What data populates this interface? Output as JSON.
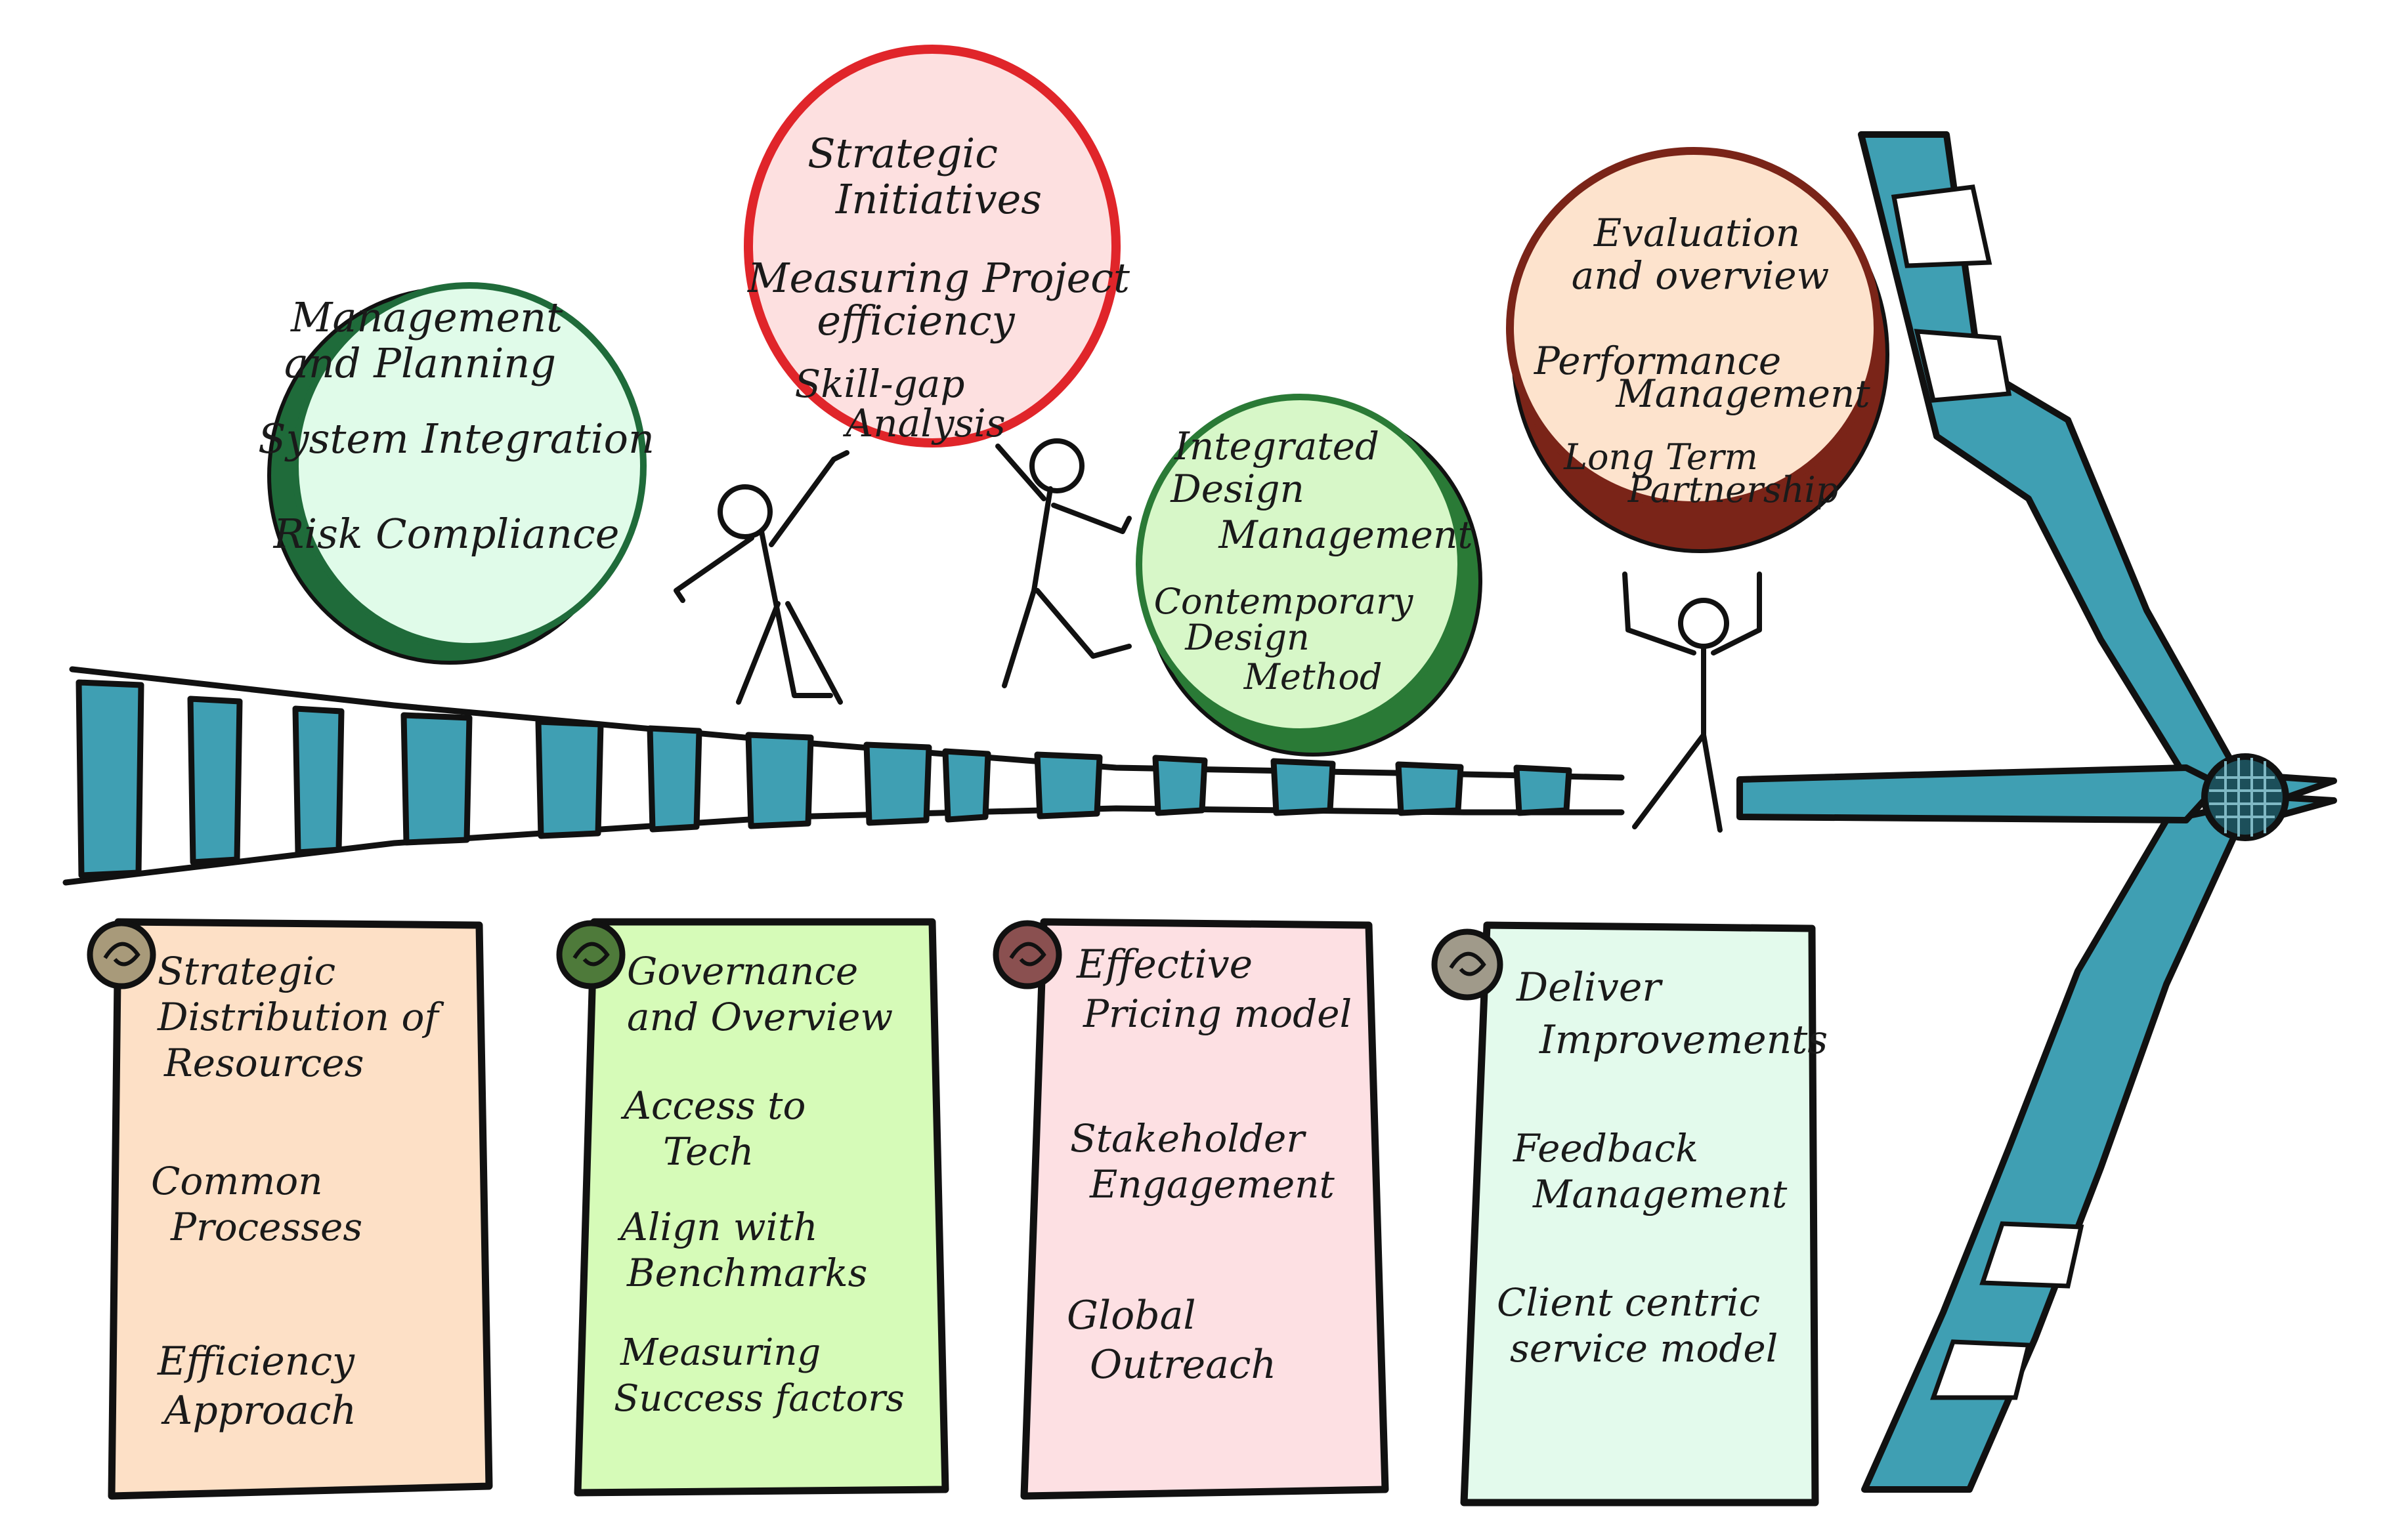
{
  "bubbles": [
    {
      "lines": [
        "Management",
        "and Planning",
        "System Integration",
        "Risk Compliance"
      ],
      "fill": "#e0fbe9",
      "stroke": "#1f6b3a"
    },
    {
      "lines": [
        "Strategic",
        "Initiatives",
        "Measuring Project",
        "efficiency",
        "Skill-gap",
        "Analysis"
      ],
      "fill": "#fde0e0",
      "stroke": "#e0252a"
    },
    {
      "lines": [
        "Integrated",
        "Design",
        "Management",
        "Contemporary",
        "Design",
        "Method"
      ],
      "fill": "#d7f7c8",
      "stroke": "#2a7a36"
    },
    {
      "lines": [
        "Evaluation",
        "and overview",
        "Performance",
        "Management",
        "Long Term",
        "Partnership"
      ],
      "fill": "#fde3cd",
      "stroke": "#7a2418"
    }
  ],
  "scrolls": [
    {
      "lines": [
        "Strategic",
        "Distribution of",
        "Resources",
        "Common",
        "Processes",
        "Efficiency",
        "Approach"
      ],
      "fill": "#fde0c6",
      "curl": "#a89a7a"
    },
    {
      "lines": [
        "Governance",
        "and Overview",
        "Access to",
        "Tech",
        "Align with",
        "Benchmarks",
        "Measuring",
        "Success factors"
      ],
      "fill": "#d6fbb8",
      "curl": "#4e7a3a"
    },
    {
      "lines": [
        "Effective",
        "Pricing model",
        "Stakeholder",
        "Engagement",
        "Global",
        "Outreach"
      ],
      "fill": "#fde0e3",
      "curl": "#8a5050"
    },
    {
      "lines": [
        "Deliver",
        "Improvements",
        "Feedback",
        "Management",
        "Client centric",
        "service model"
      ],
      "fill": "#e3faec",
      "curl": "#a09a8a"
    }
  ],
  "colors": {
    "road": "#3f9fb3",
    "outline": "#111111",
    "hub": "#1c4f5a"
  }
}
